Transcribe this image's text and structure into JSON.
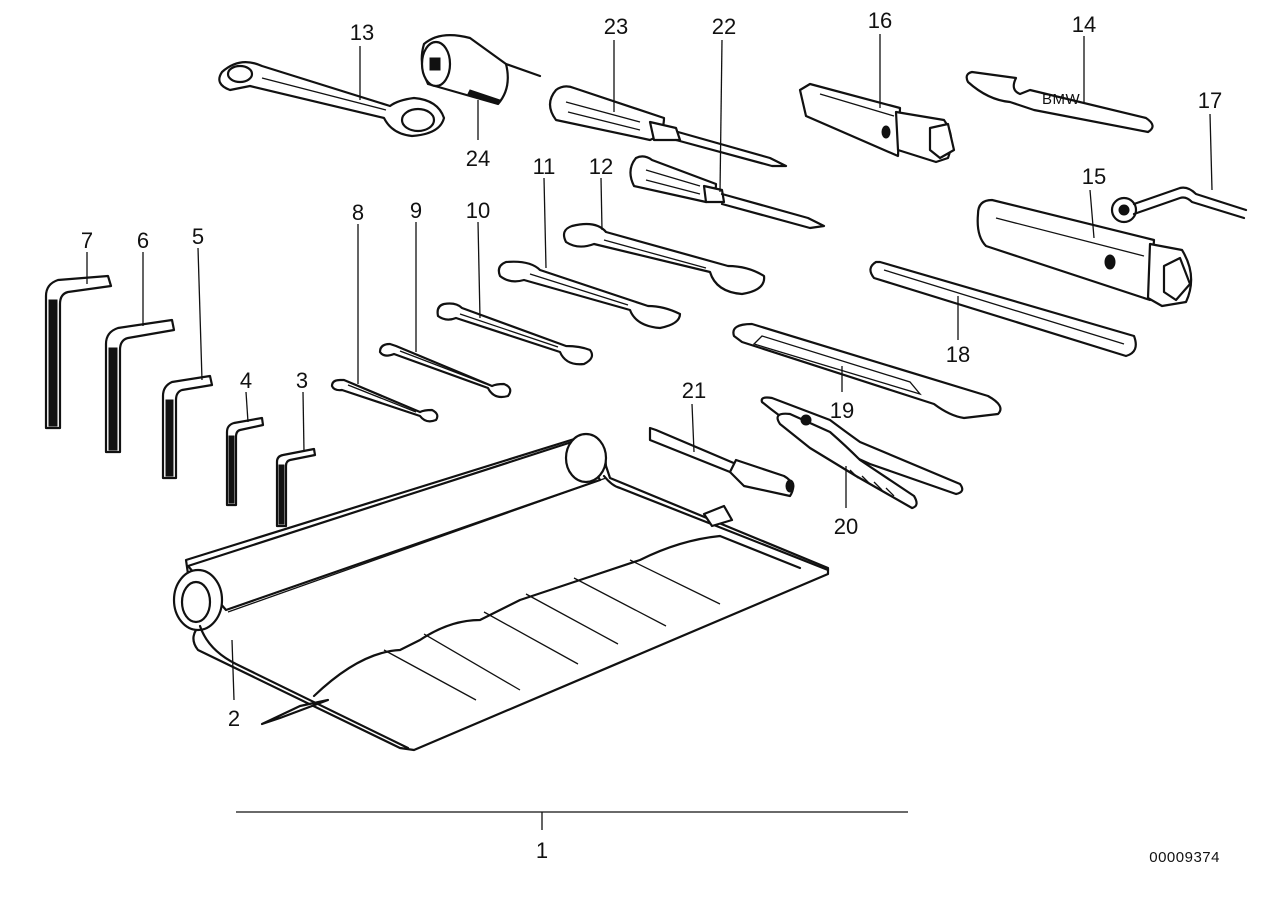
{
  "diagram": {
    "reference_number": "00009374",
    "callouts": [
      "1",
      "2",
      "3",
      "4",
      "5",
      "6",
      "7",
      "8",
      "9",
      "10",
      "11",
      "12",
      "13",
      "14",
      "15",
      "16",
      "17",
      "18",
      "19",
      "20",
      "21",
      "22",
      "23",
      "24"
    ]
  }
}
